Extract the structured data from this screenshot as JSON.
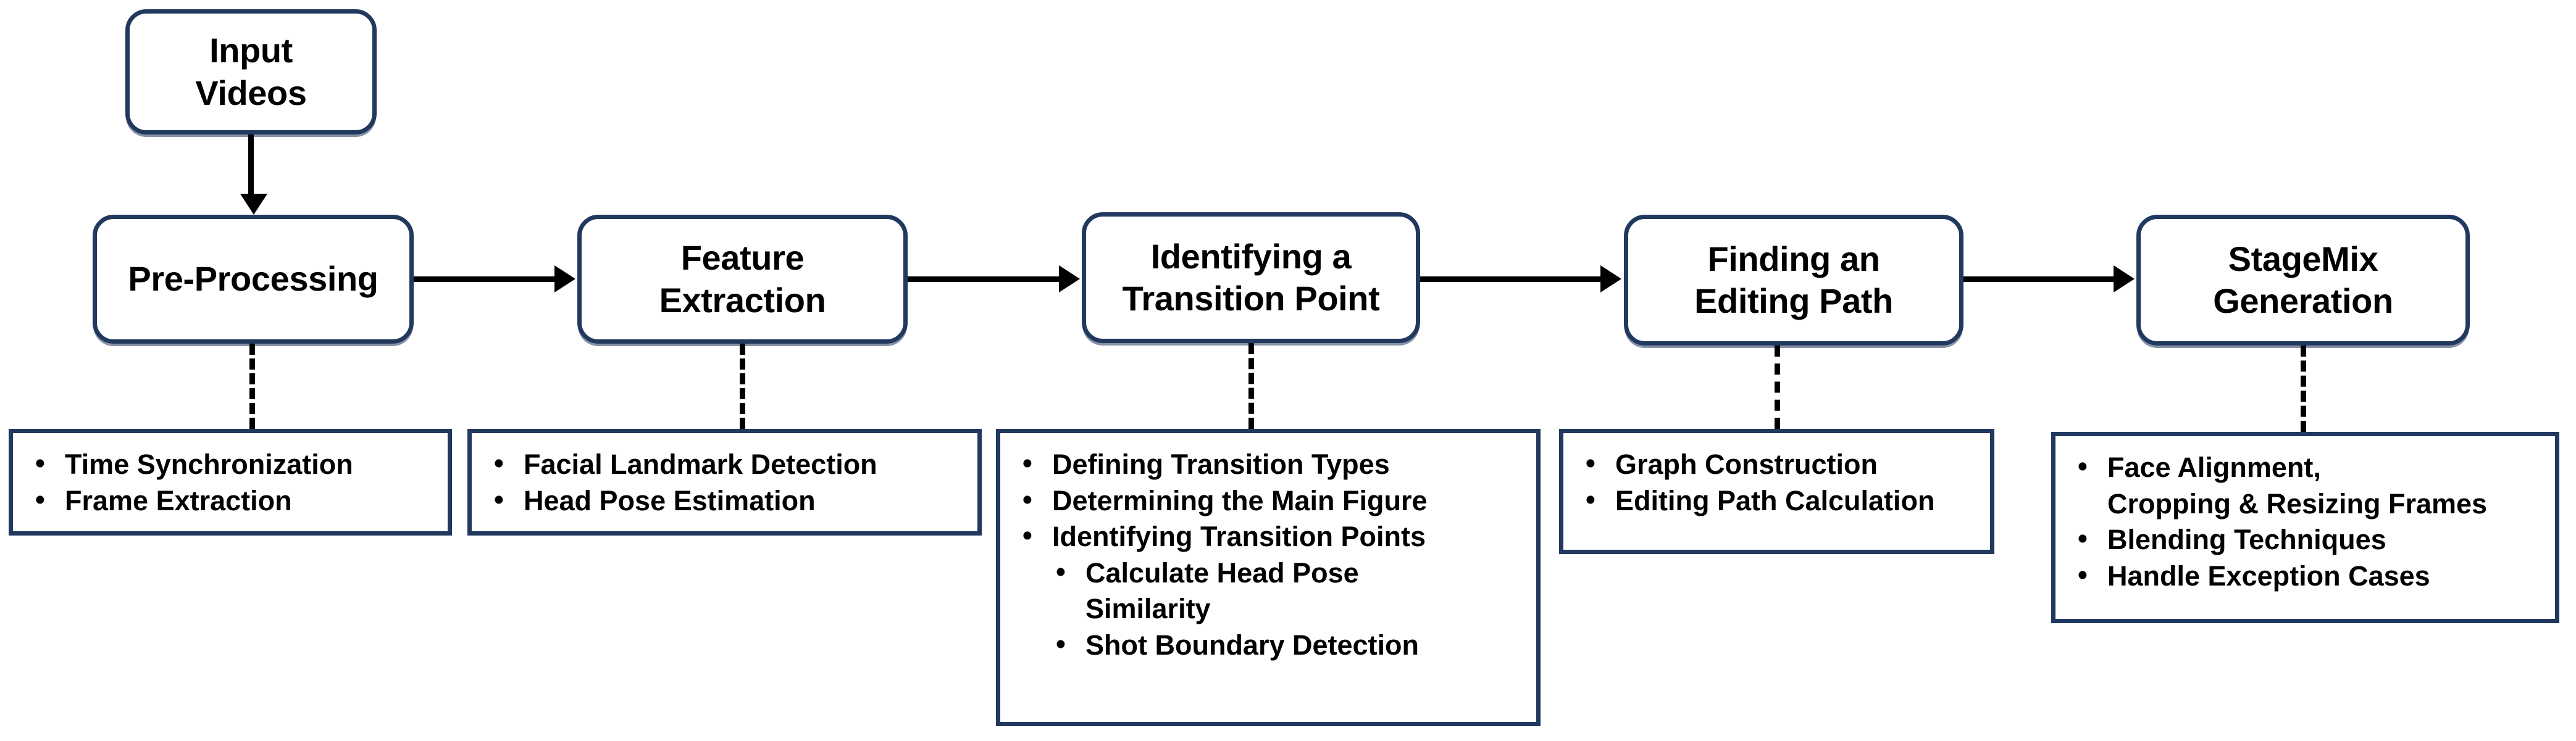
{
  "diagram": {
    "title": "StageMix generation pipeline flowchart",
    "colors": {
      "box_border": "#22395f",
      "connector": "#000000",
      "background": "#ffffff"
    },
    "input_node": {
      "label": "Input\nVideos"
    },
    "stages": [
      {
        "id": "pre-processing",
        "label": "Pre-Processing"
      },
      {
        "id": "feature-extraction",
        "label": "Feature\nExtraction"
      },
      {
        "id": "identifying-a-transition-point",
        "label": "Identifying a\nTransition Point"
      },
      {
        "id": "finding-an-editing-path",
        "label": "Finding an\nEditing Path"
      },
      {
        "id": "stagemix-generation",
        "label": "StageMix\nGeneration"
      }
    ],
    "detail_boxes": [
      {
        "id": "pre-processing-details",
        "items": [
          {
            "text": "Time Synchronization",
            "level": 1
          },
          {
            "text": "Frame Extraction",
            "level": 1
          }
        ]
      },
      {
        "id": "feature-extraction-details",
        "items": [
          {
            "text": "Facial Landmark Detection",
            "level": 1
          },
          {
            "text": "Head Pose Estimation",
            "level": 1
          }
        ]
      },
      {
        "id": "transition-point-details",
        "items": [
          {
            "text": "Defining Transition Types",
            "level": 1
          },
          {
            "text": "Determining the Main Figure",
            "level": 1
          },
          {
            "text": "Identifying Transition Points",
            "level": 1
          },
          {
            "text": "Calculate Head Pose\nSimilarity",
            "level": 2
          },
          {
            "text": "Shot Boundary Detection",
            "level": 2
          }
        ]
      },
      {
        "id": "editing-path-details",
        "items": [
          {
            "text": "Graph Construction",
            "level": 1
          },
          {
            "text": "Editing Path Calculation",
            "level": 1
          }
        ]
      },
      {
        "id": "stagemix-generation-details",
        "items": [
          {
            "text": "Face Alignment,\nCropping & Resizing Frames",
            "level": 1
          },
          {
            "text": "Blending Techniques",
            "level": 1
          },
          {
            "text": "Handle Exception Cases",
            "level": 1
          }
        ]
      }
    ]
  }
}
